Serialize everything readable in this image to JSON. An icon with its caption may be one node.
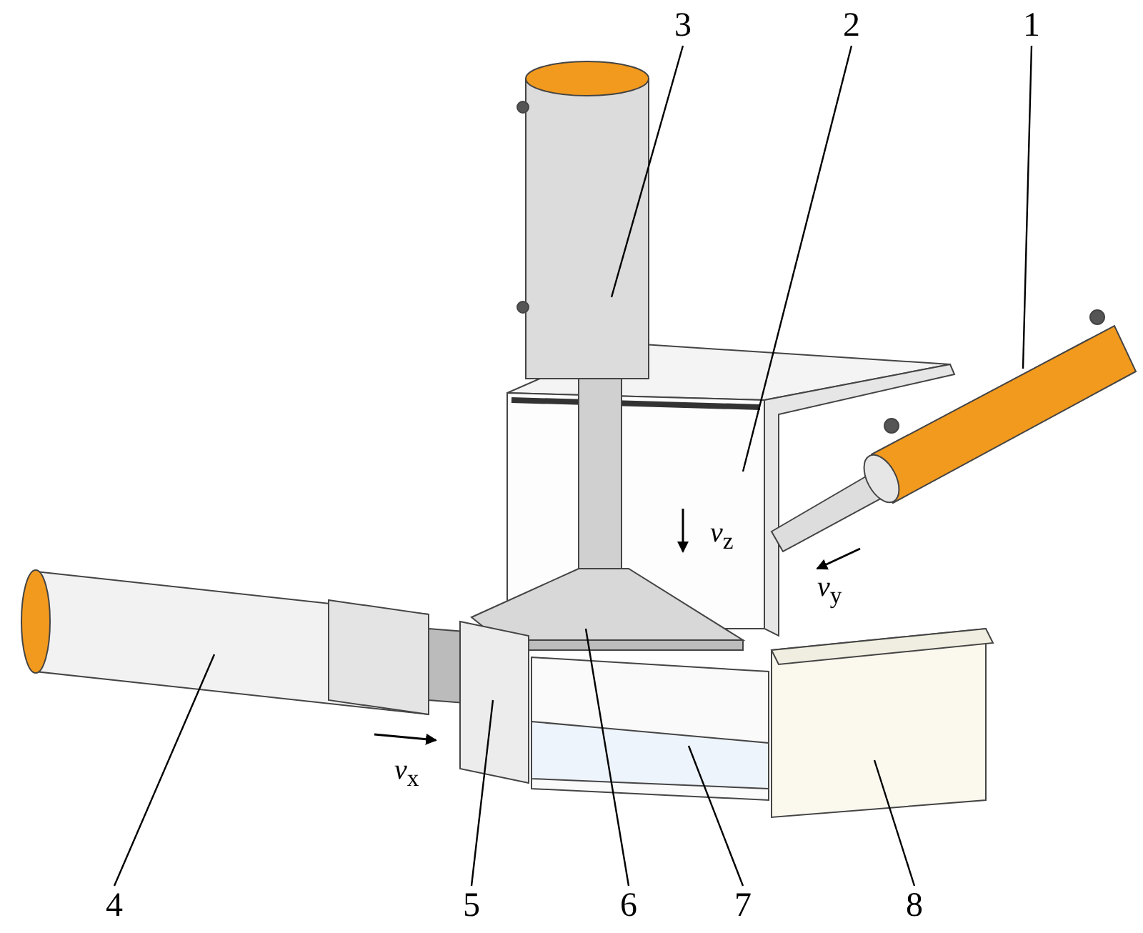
{
  "diagram": {
    "nodes": [
      {
        "text": [
          "1"
        ]
      },
      {
        "text": [
          "2"
        ]
      },
      {
        "text": [
          "3"
        ]
      },
      {
        "text": [
          "4"
        ]
      },
      {
        "text": [
          "5"
        ]
      },
      {
        "text": [
          "6"
        ]
      },
      {
        "text": [
          "7"
        ]
      },
      {
        "text": [
          "8"
        ]
      },
      {
        "text": [],
        "shape": "cylinder"
      },
      {
        "text": [],
        "shape": "box"
      },
      {
        "text": [],
        "shape": "cylinder"
      },
      {
        "text": [],
        "shape": "cylinder"
      },
      {
        "text": [],
        "shape": "box"
      },
      {
        "text": [],
        "shape": "box"
      },
      {
        "text": [],
        "shape": "box"
      },
      {
        "text": [],
        "shape": "box"
      }
    ],
    "edges": [
      {
        "from": 0,
        "to": 8,
        "arrow": "none"
      },
      {
        "from": 1,
        "to": 9,
        "arrow": "none"
      },
      {
        "from": 2,
        "to": 10,
        "arrow": "none"
      },
      {
        "from": 3,
        "to": 11,
        "arrow": "none"
      },
      {
        "from": 4,
        "to": 12,
        "arrow": "none"
      },
      {
        "from": 5,
        "to": 13,
        "arrow": "none"
      },
      {
        "from": 6,
        "to": 14,
        "arrow": "none"
      },
      {
        "from": 7,
        "to": 15,
        "arrow": "none"
      }
    ],
    "labels": [
      "*v*$_{z}$",
      "*v*$_{y}$",
      "*v*$_{x}$"
    ]
  }
}
